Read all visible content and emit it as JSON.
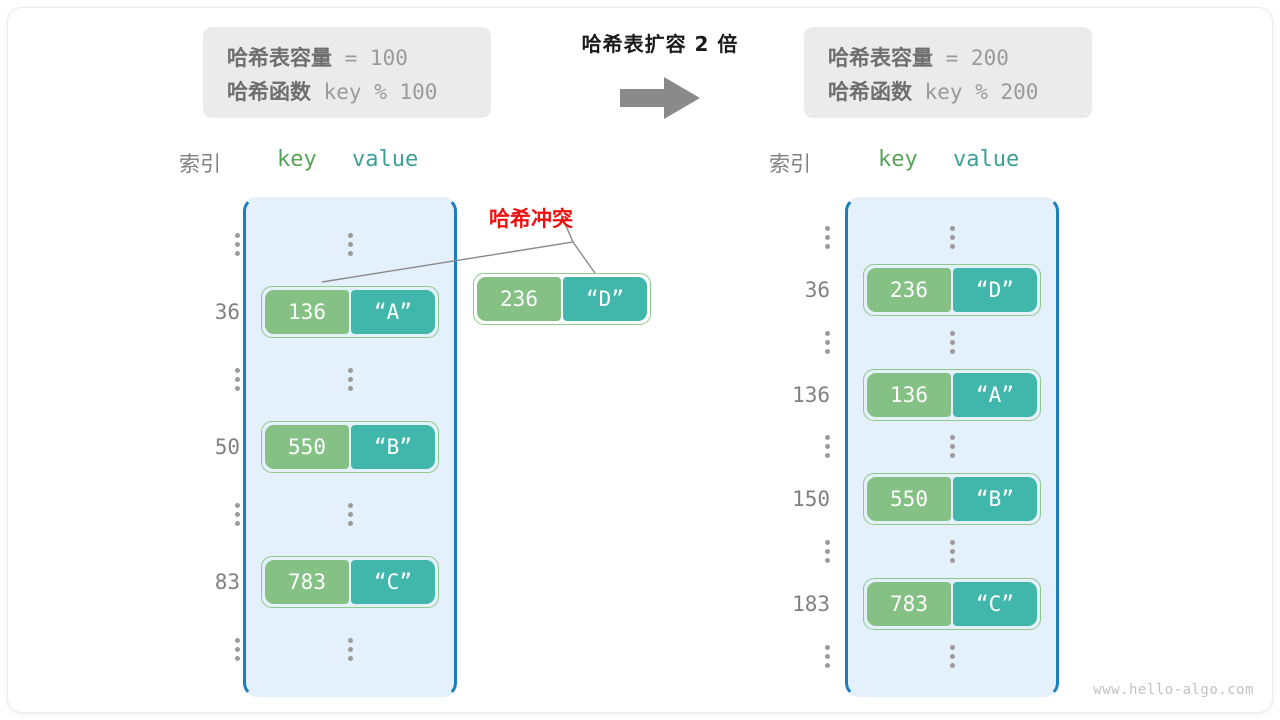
{
  "diagram": {
    "watermark": "www.hello-algo.com",
    "collision_label": "哈希冲突",
    "transition_label": "哈希表扩容 2 倍",
    "arrow_icon": "right-arrow-icon",
    "colors": {
      "key_fill": "#85c184",
      "value_fill": "#41b7ab",
      "pair_border": "#8fc98c",
      "table_fill": "#e4f0fb",
      "table_border": "#1a7fc1",
      "collision_text": "#ee1111",
      "info_box_bg": "#ebebeb",
      "index_text": "#808080",
      "arrow_fill": "#8a8a8a"
    }
  },
  "info_left": {
    "capacity_label": "哈希表容量",
    "capacity_value": " = 100",
    "function_label": "哈希函数",
    "function_value": " key % 100"
  },
  "info_right": {
    "capacity_label": "哈希表容量",
    "capacity_value": " = 200",
    "function_label": "哈希函数",
    "function_value": " key % 200"
  },
  "headers": {
    "index": "索引",
    "key": "key",
    "value": "value"
  },
  "table_left": {
    "rows": [
      {
        "index": "",
        "type": "dots"
      },
      {
        "index": "36",
        "type": "pair",
        "key": "136",
        "value": "“A”"
      },
      {
        "index": "",
        "type": "dots"
      },
      {
        "index": "50",
        "type": "pair",
        "key": "550",
        "value": "“B”"
      },
      {
        "index": "",
        "type": "dots"
      },
      {
        "index": "83",
        "type": "pair",
        "key": "783",
        "value": "“C”"
      },
      {
        "index": "",
        "type": "dots"
      }
    ]
  },
  "table_right": {
    "rows": [
      {
        "index": "",
        "type": "dots"
      },
      {
        "index": "36",
        "type": "pair",
        "key": "236",
        "value": "“D”"
      },
      {
        "index": "",
        "type": "dots"
      },
      {
        "index": "136",
        "type": "pair",
        "key": "136",
        "value": "“A”"
      },
      {
        "index": "",
        "type": "dots"
      },
      {
        "index": "150",
        "type": "pair",
        "key": "550",
        "value": "“B”"
      },
      {
        "index": "",
        "type": "dots"
      },
      {
        "index": "183",
        "type": "pair",
        "key": "783",
        "value": "“C”"
      },
      {
        "index": "",
        "type": "dots"
      }
    ]
  },
  "floating_pair": {
    "key": "236",
    "value": "“D”"
  }
}
